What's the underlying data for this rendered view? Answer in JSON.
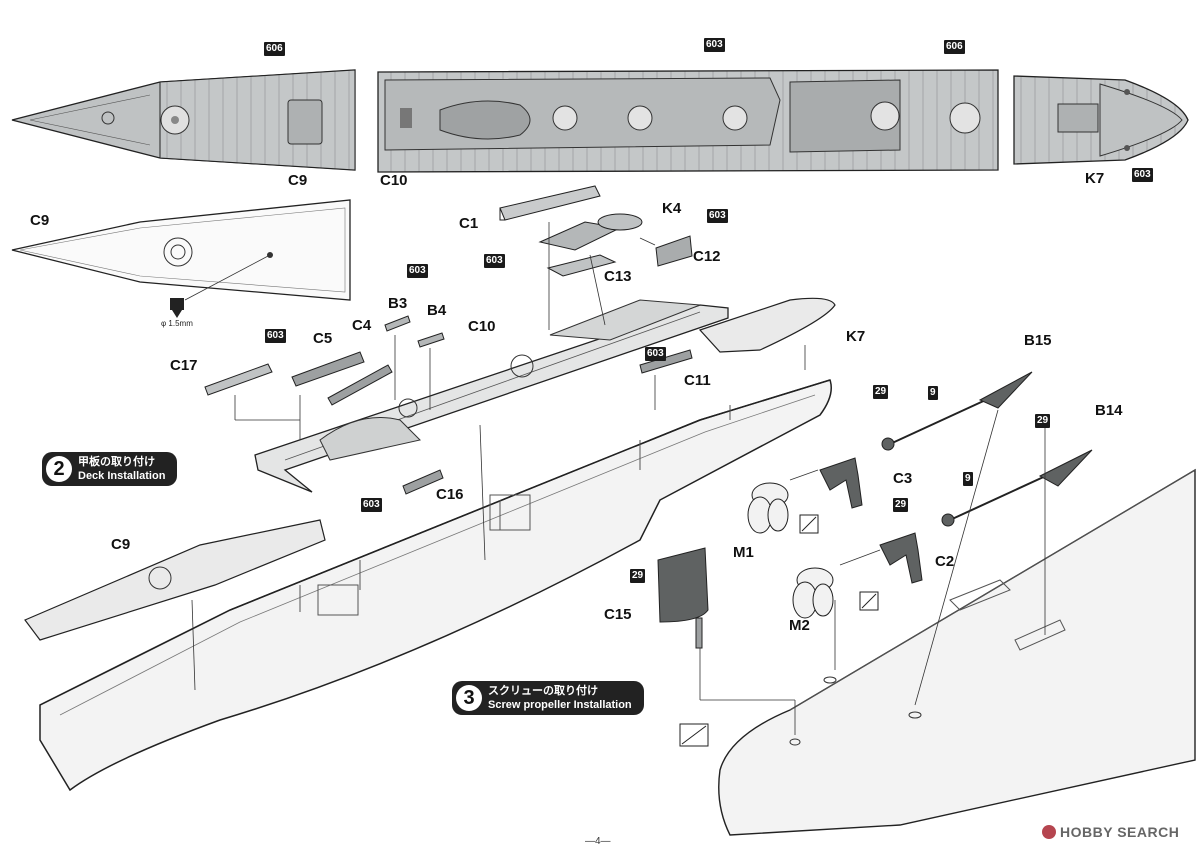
{
  "paint_codes": {
    "c606": "606",
    "c603": "603",
    "c29": "29",
    "c9": "9"
  },
  "parts": {
    "C9": "C9",
    "C10": "C10",
    "K7": "K7",
    "C1": "C1",
    "K4": "K4",
    "C12": "C12",
    "C13": "C13",
    "B3": "B3",
    "B4": "B4",
    "C4": "C4",
    "C5": "C5",
    "C17": "C17",
    "C11": "C11",
    "C16": "C16",
    "B15": "B15",
    "B14": "B14",
    "C3": "C3",
    "C2": "C2",
    "M1": "M1",
    "M2": "M2",
    "C15": "C15"
  },
  "drill_note": "φ 1.5mm",
  "steps": {
    "step2": {
      "number": "2",
      "jp": "甲板の取り付け",
      "en": "Deck Installation"
    },
    "step3": {
      "number": "3",
      "jp": "スクリューの取り付け",
      "en": "Screw propeller Installation"
    }
  },
  "page_number": "—4—",
  "watermark": "HOBBY SEARCH",
  "colors": {
    "ink": "#111111",
    "deck": "#b9bcbd",
    "hull": "#f2f2f2",
    "dark_part": "#5f6262",
    "badge": "#1a1a1a"
  }
}
